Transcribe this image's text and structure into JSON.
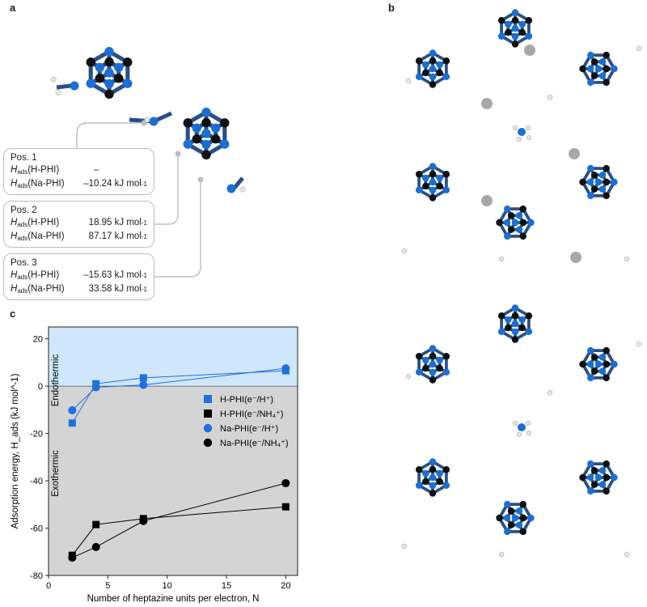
{
  "panels": {
    "a": "a",
    "b": "b",
    "c": "c"
  },
  "positions": [
    {
      "title": "Pos. 1",
      "rows": [
        {
          "sym": "H",
          "sub": "ads",
          "label": "(H-PHI)",
          "value": "–",
          "unit": ""
        },
        {
          "sym": "H",
          "sub": "ads",
          "label": "(Na-PHI)",
          "value": "–10.24 kJ mol",
          "unit": "-1"
        }
      ]
    },
    {
      "title": "Pos. 2",
      "rows": [
        {
          "sym": "H",
          "sub": "ads",
          "label": "(H-PHI)",
          "value": "18.95 kJ mol",
          "unit": "-1"
        },
        {
          "sym": "H",
          "sub": "ads",
          "label": "(Na-PHI)",
          "value": "87.17 kJ mol",
          "unit": "-1"
        }
      ]
    },
    {
      "title": "Pos. 3",
      "rows": [
        {
          "sym": "H",
          "sub": "ads",
          "label": "(H-PHI)",
          "value": "–15.63 kJ mol",
          "unit": "-1"
        },
        {
          "sym": "H",
          "sub": "ads",
          "label": "(Na-PHI)",
          "value": "33.58 kJ mol",
          "unit": "-1"
        }
      ]
    }
  ],
  "colors": {
    "nitrogen": "#1a6fd6",
    "carbon": "#111111",
    "hydrogen": "#e6e6e6",
    "sodium": "#a8a8a8",
    "endo_bg": "#cfe6fb",
    "exo_bg": "#d4d4d4",
    "h_phi": "#1f6fe0"
  },
  "chart_data": {
    "type": "line",
    "xlabel": "Number of heptazine units per electron, N",
    "ylabel": "Adsorption energy, H_ads (kJ mol^-1)",
    "xlim": [
      0,
      21
    ],
    "ylim": [
      -80,
      25
    ],
    "xticks": [
      0,
      5,
      10,
      15,
      20
    ],
    "yticks": [
      -80,
      -60,
      -40,
      -20,
      0,
      20
    ],
    "regions": [
      {
        "label": "Endothermic"
      },
      {
        "label": "Exothermic"
      }
    ],
    "legend_position": "right",
    "series": [
      {
        "name": "H-PHI(e⁻/H⁺)",
        "marker": "square",
        "color": "#1f6fe0",
        "x": [
          2,
          4,
          8,
          20
        ],
        "y": [
          -15.6,
          1,
          3.5,
          6.5
        ]
      },
      {
        "name": "H-PHI(e⁻/NH₄⁺)",
        "marker": "square",
        "color": "#000000",
        "x": [
          2,
          4,
          8,
          20
        ],
        "y": [
          -71.5,
          -58.5,
          -56,
          -51
        ]
      },
      {
        "name": "Na-PHI(e⁻/H⁺)",
        "marker": "circle",
        "color": "#1f6fe0",
        "x": [
          2,
          4,
          8,
          20
        ],
        "y": [
          -10.2,
          -0.5,
          0.5,
          7.5
        ]
      },
      {
        "name": "Na-PHI(e⁻/NH₄⁺)",
        "marker": "circle",
        "color": "#000000",
        "x": [
          2,
          4,
          8,
          20
        ],
        "y": [
          -72.5,
          -68,
          -57,
          -41
        ]
      }
    ]
  }
}
